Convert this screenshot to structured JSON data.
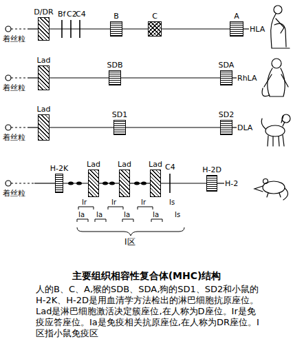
{
  "diagram": {
    "title": "主要组织相容性复合体(MHC)结构",
    "caption": "人的B、C、A,猴的SDB、SDA,狗的SD1、SD2和小鼠的H-2K、H-2D是用血清学方法检出的淋巴细胞抗原座位。Lad是淋巴细胞激活决定簇座位,在人称为D座位。Ir是免疫应答座位。Ia是免疫相关抗原座位,在人称为DR座位。I区指小鼠免疫区",
    "nodes": [
      {
        "text": [
          "D/DR"
        ]
      },
      {
        "text": [
          "B"
        ]
      },
      {
        "text": [
          "C"
        ]
      },
      {
        "text": [
          "A"
        ]
      },
      {
        "text": [
          "Lad"
        ]
      },
      {
        "text": [
          "SDB"
        ]
      },
      {
        "text": [
          "SDA"
        ]
      },
      {
        "text": [
          "Lad"
        ]
      },
      {
        "text": [
          "SD1"
        ]
      },
      {
        "text": [
          "SD2"
        ]
      },
      {
        "text": [
          "H-2K"
        ]
      },
      {
        "text": [
          "Lad"
        ]
      },
      {
        "text": [
          "Lad"
        ]
      },
      {
        "text": [
          "Lad"
        ]
      },
      {
        "text": [
          "H-2D"
        ]
      }
    ],
    "edges": [
      {
        "from": 0,
        "to": 1,
        "arrow": "none"
      },
      {
        "from": 1,
        "to": 2,
        "arrow": "none"
      },
      {
        "from": 2,
        "to": 3,
        "arrow": "none"
      },
      {
        "from": 4,
        "to": 5,
        "arrow": "none"
      },
      {
        "from": 5,
        "to": 6,
        "arrow": "none"
      },
      {
        "from": 7,
        "to": 8,
        "arrow": "none"
      },
      {
        "from": 8,
        "to": 9,
        "arrow": "none"
      },
      {
        "from": 10,
        "to": 11,
        "arrow": "none"
      },
      {
        "from": 11,
        "to": 12,
        "arrow": "none"
      },
      {
        "from": 12,
        "to": 13,
        "arrow": "none"
      },
      {
        "from": 13,
        "to": 14,
        "arrow": "none"
      }
    ],
    "labels": [
      "着丝粒",
      "Bf",
      "C2",
      "C4",
      "HLA",
      "着丝粒",
      "RhLA",
      "着丝粒",
      "DLA",
      "着丝粒",
      "C4",
      "H-2",
      "Ir",
      "Ir",
      "Ir",
      "Is",
      "Ia",
      "Ia",
      "Ia",
      "Ia",
      "Is",
      "I区"
    ]
  }
}
